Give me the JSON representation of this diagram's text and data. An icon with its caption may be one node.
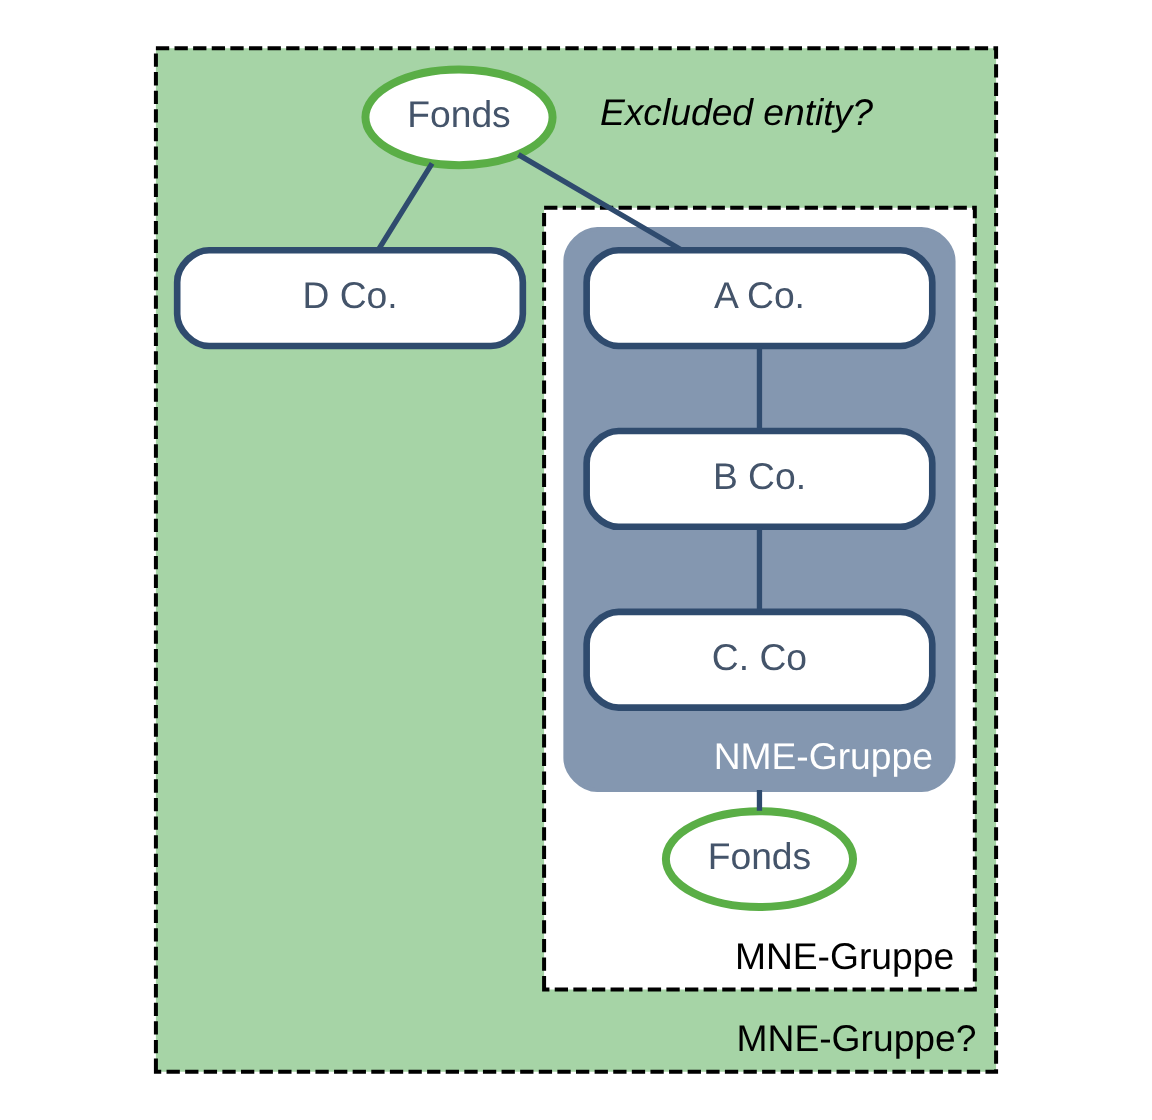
{
  "diagram": {
    "nodes": [
      {
        "text": [
          "MNE-Gruppe?"
        ]
      },
      {
        "text": [
          "Fonds"
        ],
        "in": 0,
        "beside": [
          "Excluded entity?"
        ]
      },
      {
        "text": [
          "D Co."
        ],
        "in": 0
      },
      {
        "text": [
          "MNE-Gruppe"
        ],
        "in": 0
      },
      {
        "text": [
          "NME-Gruppe"
        ],
        "in": 3
      },
      {
        "text": [
          "A Co."
        ],
        "in": 4
      },
      {
        "text": [
          "B Co."
        ],
        "in": 4
      },
      {
        "text": [
          "C. Co"
        ],
        "in": 4
      },
      {
        "text": [
          "Fonds"
        ],
        "in": 3
      }
    ],
    "edges": [
      {
        "from": 1,
        "to": 5,
        "arrow": "none"
      },
      {
        "from": 1,
        "to": 2,
        "arrow": "none"
      },
      {
        "from": 5,
        "to": 6,
        "arrow": "none"
      },
      {
        "from": 6,
        "to": 7,
        "arrow": "none"
      },
      {
        "from": 4,
        "to": 8,
        "arrow": "none"
      }
    ]
  }
}
